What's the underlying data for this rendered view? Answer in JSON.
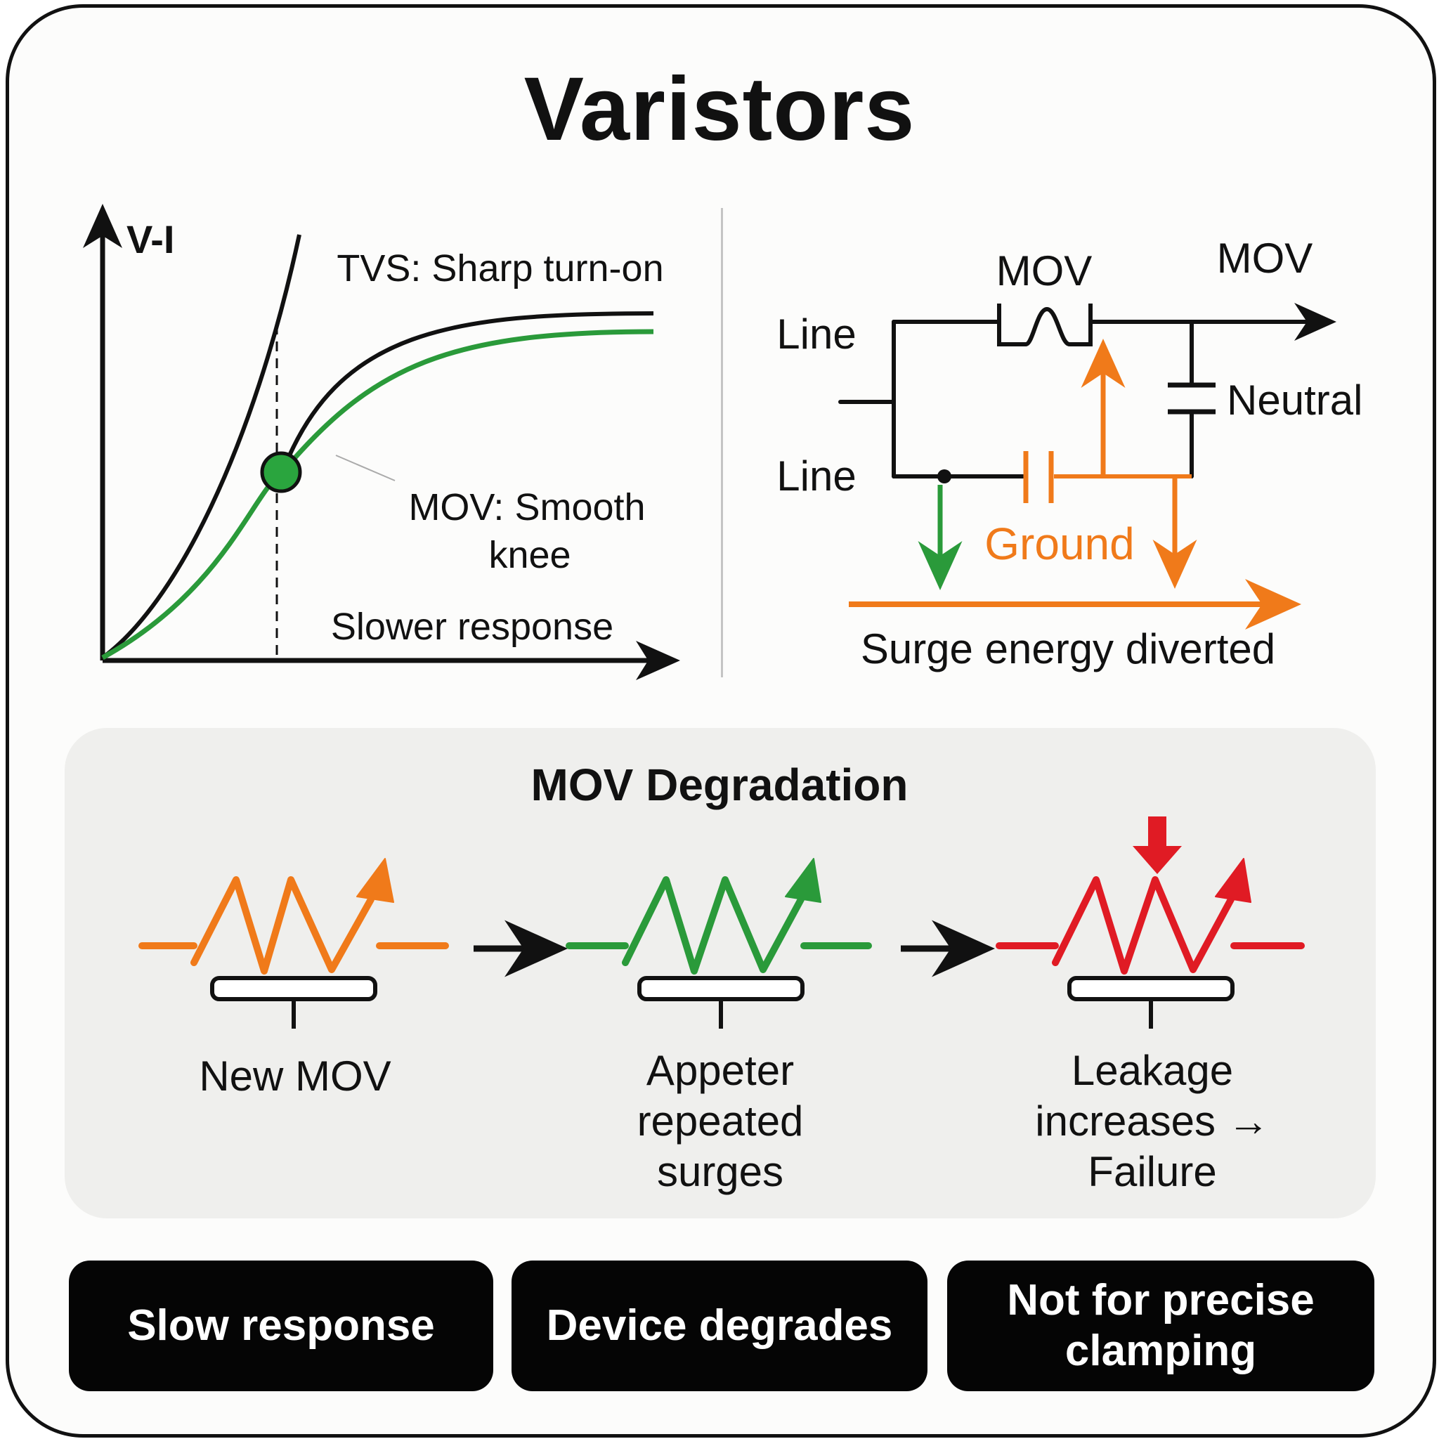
{
  "title": "Varistors",
  "vi_chart": {
    "axis_label": "V-I",
    "tvs_label": "TVS: Sharp turn-on",
    "mov_label_line1": "MOV: Smooth",
    "mov_label_line2": "knee",
    "slower_label": "Slower response",
    "colors": {
      "tvs": "#111111",
      "mov": "#2a9a3a",
      "knee_dot": "#2aa53e"
    }
  },
  "circuit": {
    "mov_top_label": "MOV",
    "mov_right_label": "MOV",
    "line_label_1": "Line",
    "line_label_2": "Line",
    "neutral_label": "Neutral",
    "ground_label": "Ground",
    "surge_label": "Surge energy diverted",
    "colors": {
      "surge": "#f07a1a",
      "ground_arrow": "#2a9a3a"
    }
  },
  "degradation": {
    "title": "MOV Degradation",
    "stages": [
      {
        "label": "New MOV",
        "color": "#f07a1a"
      },
      {
        "label": "Appeter repeated surges",
        "color": "#2a9a3a"
      },
      {
        "label": "Leakage increases → Failure",
        "color": "#e01b24"
      }
    ]
  },
  "buttons": [
    {
      "label": "Slow response"
    },
    {
      "label": "Device degrades"
    },
    {
      "label": "Not for precise clamping"
    }
  ]
}
